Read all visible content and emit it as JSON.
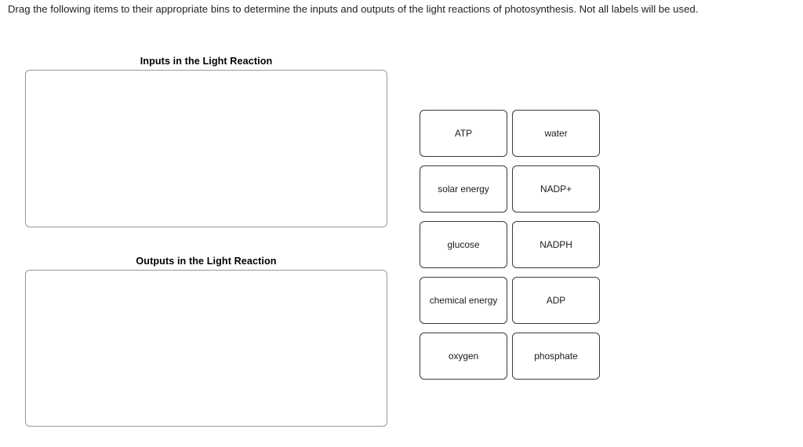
{
  "prompt": {
    "text": "Drag the following items to their appropriate bins to determine the inputs and outputs of the light reactions of photosynthesis. Not all labels will be used."
  },
  "bins": [
    {
      "label": "Inputs in the Light Reaction",
      "contents": []
    },
    {
      "label": "Outputs in the Light Reaction",
      "contents": []
    }
  ],
  "tray": {
    "tiles": [
      {
        "label": "ATP"
      },
      {
        "label": "water"
      },
      {
        "label": "solar energy"
      },
      {
        "label": "NADP+"
      },
      {
        "label": "glucose"
      },
      {
        "label": "NADPH"
      },
      {
        "label": "chemical energy"
      },
      {
        "label": "ADP"
      },
      {
        "label": "oxygen"
      },
      {
        "label": "phosphate"
      }
    ]
  },
  "colors": {
    "page_background": "#ffffff",
    "text": "#231f20",
    "bin_border": "#999999",
    "tile_border": "#3a3a3a",
    "tile_background": "#ffffff"
  }
}
